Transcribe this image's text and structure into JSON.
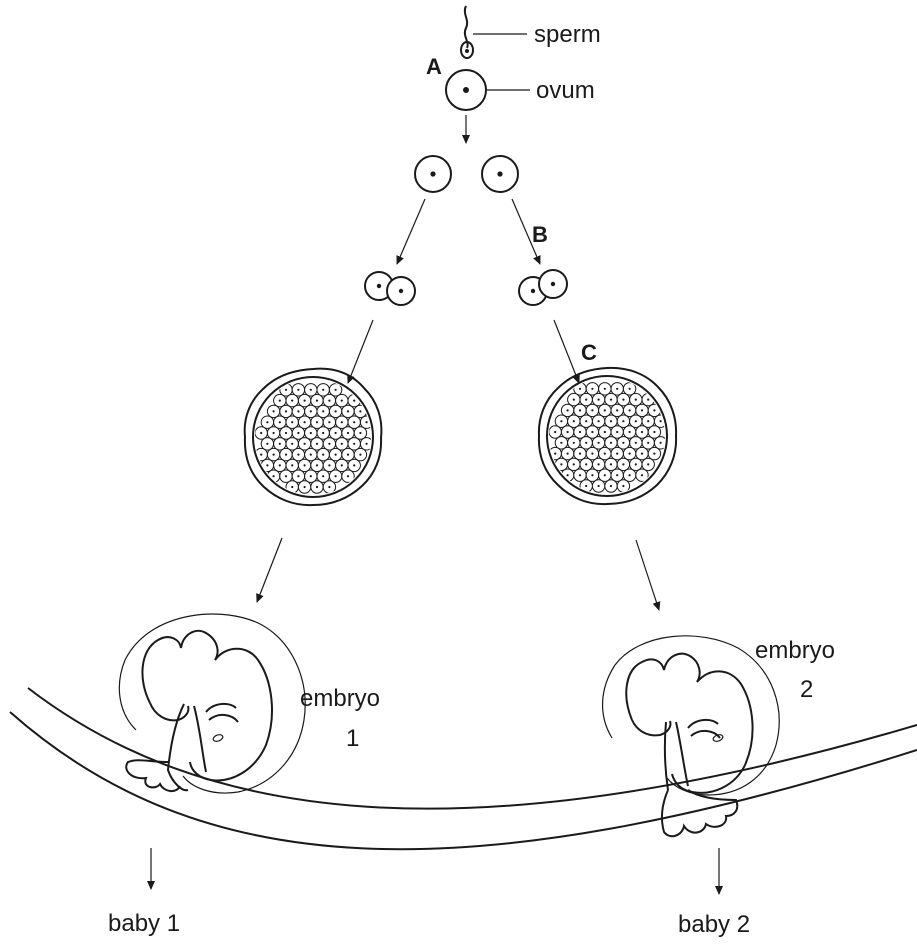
{
  "labels": {
    "sperm": "sperm",
    "ovum": "ovum",
    "a": "A",
    "b": "B",
    "c": "C",
    "embryo1_word": "embryo",
    "embryo1_num": "1",
    "embryo2_word": "embryo",
    "embryo2_num": "2",
    "baby1": "baby 1",
    "baby2": "baby 2"
  },
  "colors": {
    "ink": "#1a1a1a",
    "background": "#ffffff"
  }
}
